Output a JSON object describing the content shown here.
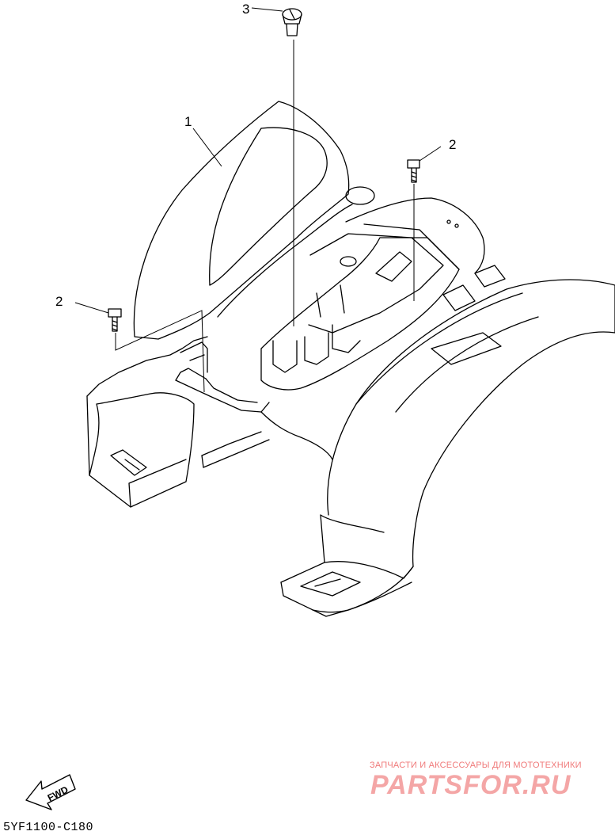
{
  "callouts": {
    "part1": "1",
    "part2_right": "2",
    "part2_left": "2",
    "part3": "3"
  },
  "direction_label": "FWD",
  "diagram_code": "5YF1100-C180",
  "watermark": {
    "tagline": "ЗАПЧАСТИ И АКСЕССУАРЫ ДЛЯ МОТОТЕХНИКИ",
    "brand": "PARTSFOR.RU"
  },
  "colors": {
    "line": "#000000",
    "background": "#ffffff",
    "watermark_tagline": "#f07a7a",
    "watermark_brand": "#f4a6a6"
  }
}
